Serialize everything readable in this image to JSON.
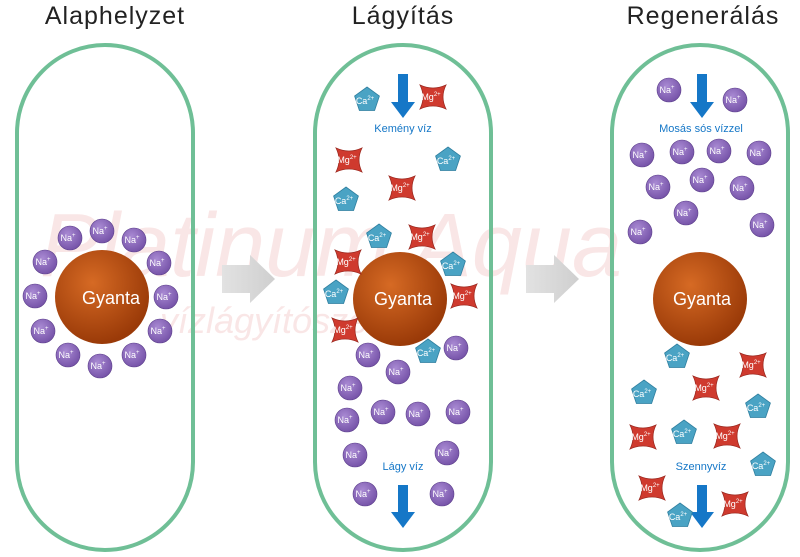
{
  "titles": {
    "initial": "Alaphelyzet",
    "softening": "Lágyítás",
    "regeneration": "Regenerálás"
  },
  "resin_label": "Gyanta",
  "ion_labels": {
    "sodium": "Na",
    "calcium": "Ca",
    "magnesium": "Mg"
  },
  "ion_charges": {
    "sodium": "+",
    "calcium": "2+",
    "magnesium": "2+"
  },
  "flow_labels": {
    "hard_water": "Kemény víz",
    "soft_water": "Lágy víz",
    "salt_wash": "Mosás sós vízzel",
    "waste_water": "Szennyvíz"
  },
  "watermark": {
    "brand": "Platinum Aqua",
    "subtitle": "vízlágyítószer"
  },
  "colors": {
    "column_border": "#6fbf96",
    "resin": "#b3490e",
    "sodium": "#8a62b8",
    "calcium": "#4aa3c4",
    "magnesium": "#cf3a2e",
    "arrow": "#1577c7",
    "flow_text": "#1577c7"
  }
}
